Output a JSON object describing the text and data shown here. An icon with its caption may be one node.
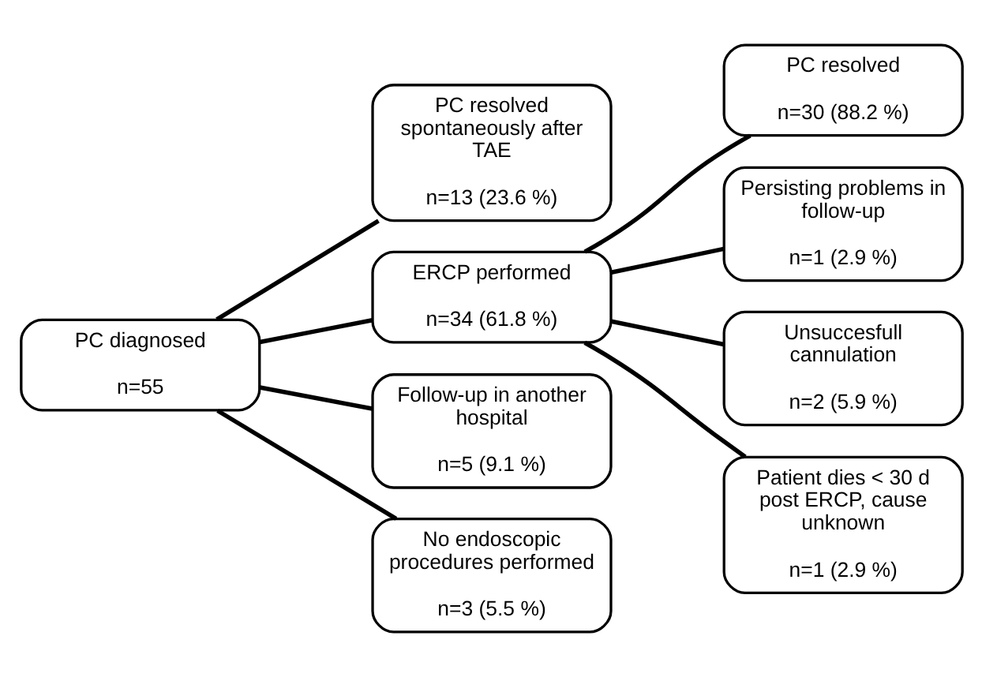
{
  "diagram": {
    "nodes": [
      {
        "text": [
          "PC diagnosed",
          "n=55"
        ]
      },
      {
        "text": [
          "PC resolved spontaneously after TAE",
          "n=13 (23.6 %)"
        ]
      },
      {
        "text": [
          "ERCP performed",
          "n=34 (61.8 %)"
        ]
      },
      {
        "text": [
          "Follow-up in another hospital",
          "n=5 (9.1 %)"
        ]
      },
      {
        "text": [
          "No endoscopic procedures performed",
          "n=3 (5.5 %)"
        ]
      },
      {
        "text": [
          "PC resolved",
          "n=30 (88.2 %)"
        ]
      },
      {
        "text": [
          "Persisting problems in follow-up",
          "n=1 (2.9 %)"
        ]
      },
      {
        "text": [
          "Unsuccesfull cannulation",
          "n=2 (5.9 %)"
        ]
      },
      {
        "text": [
          "Patient dies < 30 d post ERCP, cause unknown",
          "n=1 (2.9 %)"
        ]
      }
    ],
    "edges": [
      {
        "from": 0,
        "to": 1,
        "arrow": "none"
      },
      {
        "from": 0,
        "to": 2,
        "arrow": "none"
      },
      {
        "from": 0,
        "to": 3,
        "arrow": "none"
      },
      {
        "from": 0,
        "to": 4,
        "arrow": "none"
      },
      {
        "from": 2,
        "to": 5,
        "arrow": "none"
      },
      {
        "from": 2,
        "to": 6,
        "arrow": "none"
      },
      {
        "from": 2,
        "to": 7,
        "arrow": "none"
      },
      {
        "from": 2,
        "to": 8,
        "arrow": "none"
      }
    ]
  }
}
